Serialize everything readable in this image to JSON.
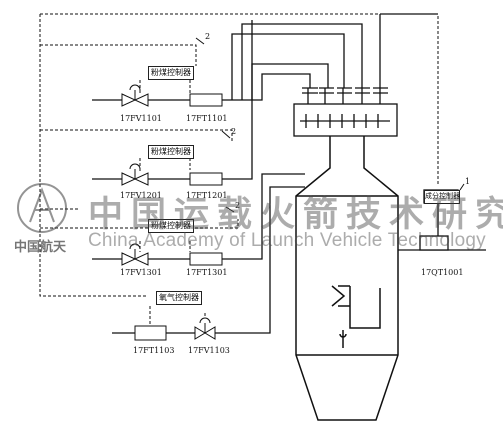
{
  "controllers": {
    "ctrl1": "粉煤控制器",
    "ctrl2": "粉煤控制器",
    "ctrl3": "粉煤控制器",
    "oxygen": "氧气控制器",
    "composition": "成分控制器"
  },
  "callouts": {
    "c1": "2",
    "c2": "2",
    "c3": "2",
    "c4": "1"
  },
  "tags": {
    "fv1101": "17FV1101",
    "ft1101": "17FT1101",
    "fv1201": "17FV1201",
    "ft1201": "17FT1201",
    "fv1301": "17FV1301",
    "ft1301": "17FT1301",
    "ft1103": "17FT1103",
    "fv1103": "17FV1103",
    "qt1001": "17QT1001"
  },
  "watermark": {
    "logo_text": "中国航天",
    "org_cn": "中国运载火箭技术研究院",
    "org_en": "China Academy of Launch Vehicle Technology"
  }
}
